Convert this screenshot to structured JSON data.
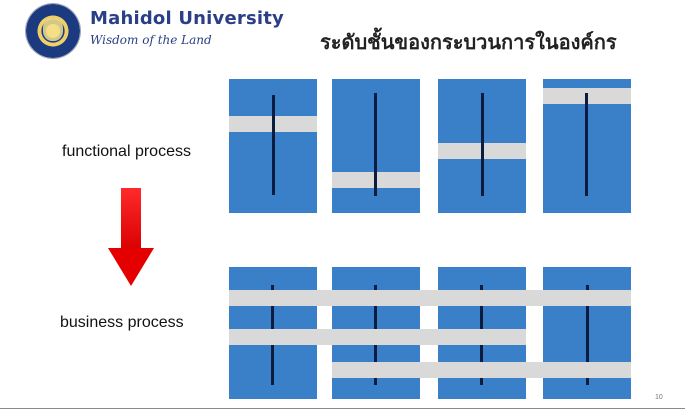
{
  "header": {
    "brand": "Mahidol University",
    "tagline": "Wisdom of the Land",
    "title": "ระดับชั้นของกระบวนการในองค์กร",
    "logo_icon": "university-seal-icon"
  },
  "labels": {
    "functional": "functional process",
    "business": "business process"
  },
  "arrow": {
    "icon": "arrow-down-icon",
    "color": "#e40000"
  },
  "colors": {
    "panel": "#3a80c9",
    "band": "#d9d9d9",
    "line": "#0b1c3f"
  },
  "footer": {
    "page_number": "10"
  }
}
